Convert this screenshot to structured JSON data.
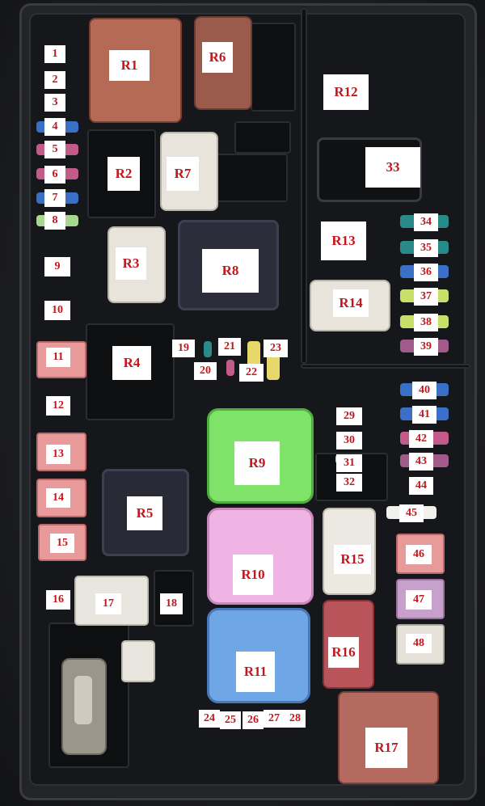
{
  "labels": {
    "r1": "R1",
    "r2": "R2",
    "r3": "R3",
    "r4": "R4",
    "r5": "R5",
    "r6": "R6",
    "r7": "R7",
    "r8": "R8",
    "r9": "R9",
    "r10": "R10",
    "r11": "R11",
    "r12": "R12",
    "r13": "R13",
    "r14": "R14",
    "r15": "R15",
    "r16": "R16",
    "r17": "R17",
    "f1": "1",
    "f2": "2",
    "f3": "3",
    "f4": "4",
    "f5": "5",
    "f6": "6",
    "f7": "7",
    "f8": "8",
    "f9": "9",
    "f10": "10",
    "f11": "11",
    "f12": "12",
    "f13": "13",
    "f14": "14",
    "f15": "15",
    "f16": "16",
    "f17": "17",
    "f18": "18",
    "f19": "19",
    "f20": "20",
    "f21": "21",
    "f22": "22",
    "f23": "23",
    "f24": "24",
    "f25": "25",
    "f26": "26",
    "f27": "27",
    "f28": "28",
    "f29": "29",
    "f30": "30",
    "f31": "31",
    "f32": "32",
    "f33": "33",
    "f34": "34",
    "f35": "35",
    "f36": "36",
    "f37": "37",
    "f38": "38",
    "f39": "39",
    "f40": "40",
    "f41": "41",
    "f42": "42",
    "f43": "43",
    "f44": "44",
    "f45": "45",
    "f46": "46",
    "f47": "47",
    "f48": "48"
  },
  "colors": {
    "label_text": "#c4161c",
    "label_bg": "#ffffff",
    "relay_brown": "#b46a55",
    "relay_white": "#e8e4dc",
    "relay_dark": "#2b2d3a",
    "relay_green": "#7fe36a",
    "relay_pink": "#f0b4e4",
    "relay_blue": "#6fa6e6",
    "relay_red": "#b8545a",
    "fuse_pink": "#e89a9a",
    "fuse_blue": "#3a6fc8",
    "fuse_green": "#a8d890",
    "fuse_yellow": "#e6d86a",
    "fuse_purple": "#a25a8a"
  }
}
